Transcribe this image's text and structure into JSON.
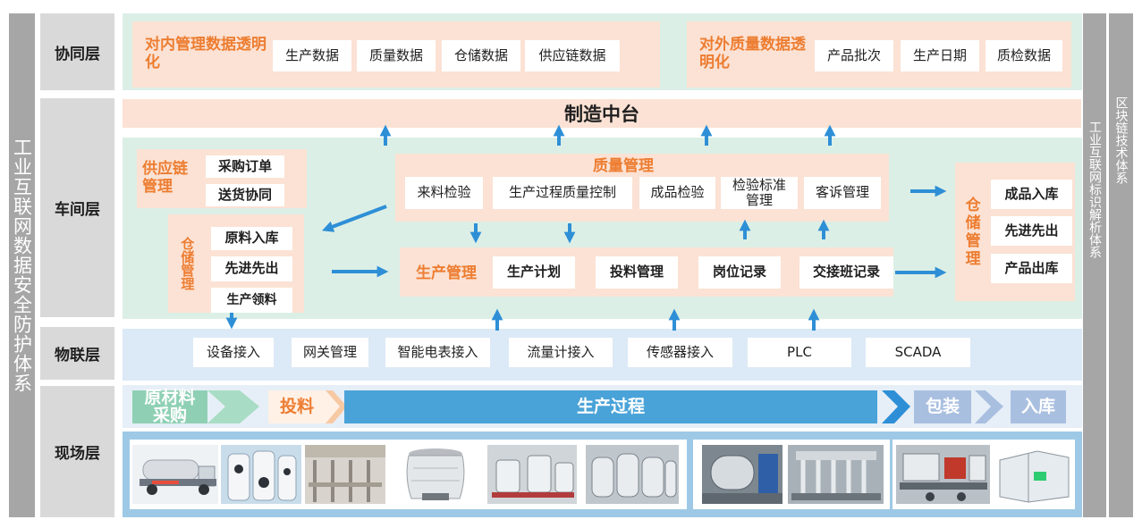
{
  "left_system": "工业互联网数据安全防护体系",
  "right_system_1": "工业互联网标识解析体系",
  "right_system_2": "区块链技术体系",
  "layers": {
    "collab": "协同层",
    "workshop": "车间层",
    "iot": "物联层",
    "field": "现场层"
  },
  "collab": {
    "internal_title": "对内管理数据透明化",
    "internal_items": [
      "生产数据",
      "质量数据",
      "仓储数据",
      "供应链数据"
    ],
    "external_title": "对外质量数据透明化",
    "external_items": [
      "产品批次",
      "生产日期",
      "质检数据"
    ]
  },
  "hub": "制造中台",
  "supply_chain": {
    "title": "供应链管理",
    "items": [
      "采购订单",
      "送货协同"
    ]
  },
  "warehouse_in": {
    "title": "仓储管理",
    "items": [
      "原料入库",
      "先进先出",
      "生产领料"
    ]
  },
  "quality": {
    "title": "质量管理",
    "items": [
      "来料检验",
      "生产过程质量控制",
      "成品检验",
      "检验标准管理",
      "客诉管理"
    ]
  },
  "production": {
    "title": "生产管理",
    "items": [
      "生产计划",
      "投料管理",
      "岗位记录",
      "交接班记录"
    ]
  },
  "warehouse_out": {
    "title": "仓储管理",
    "items": [
      "成品入库",
      "先进先出",
      "产品出库"
    ]
  },
  "iot_items": [
    "设备接入",
    "网关管理",
    "智能电表接入",
    "流量计接入",
    "传感器接入",
    "PLC",
    "SCADA"
  ],
  "process": {
    "stage1": "原材料采购",
    "stage2": "投料",
    "stage3": "生产过程",
    "stage4": "包装",
    "stage5": "入库"
  },
  "photo_icons": [
    "milk-tanker-truck-icon",
    "storage-silo-icon",
    "pipe-room-icon",
    "cooling-tower-icon",
    "mixing-tanks-icon",
    "steel-tanks-icon",
    "sterilizer-machine-icon",
    "filling-line-icon",
    "packaging-line-icon",
    "cold-storage-room-icon"
  ],
  "colors": {
    "orange": "#ed7d31",
    "blue": "#4aa3d8",
    "arrow_blue": "#2e8fd6",
    "green_band": "#dcefe6",
    "blue_band": "#dce9f6",
    "peach": "#fbe2d4"
  }
}
